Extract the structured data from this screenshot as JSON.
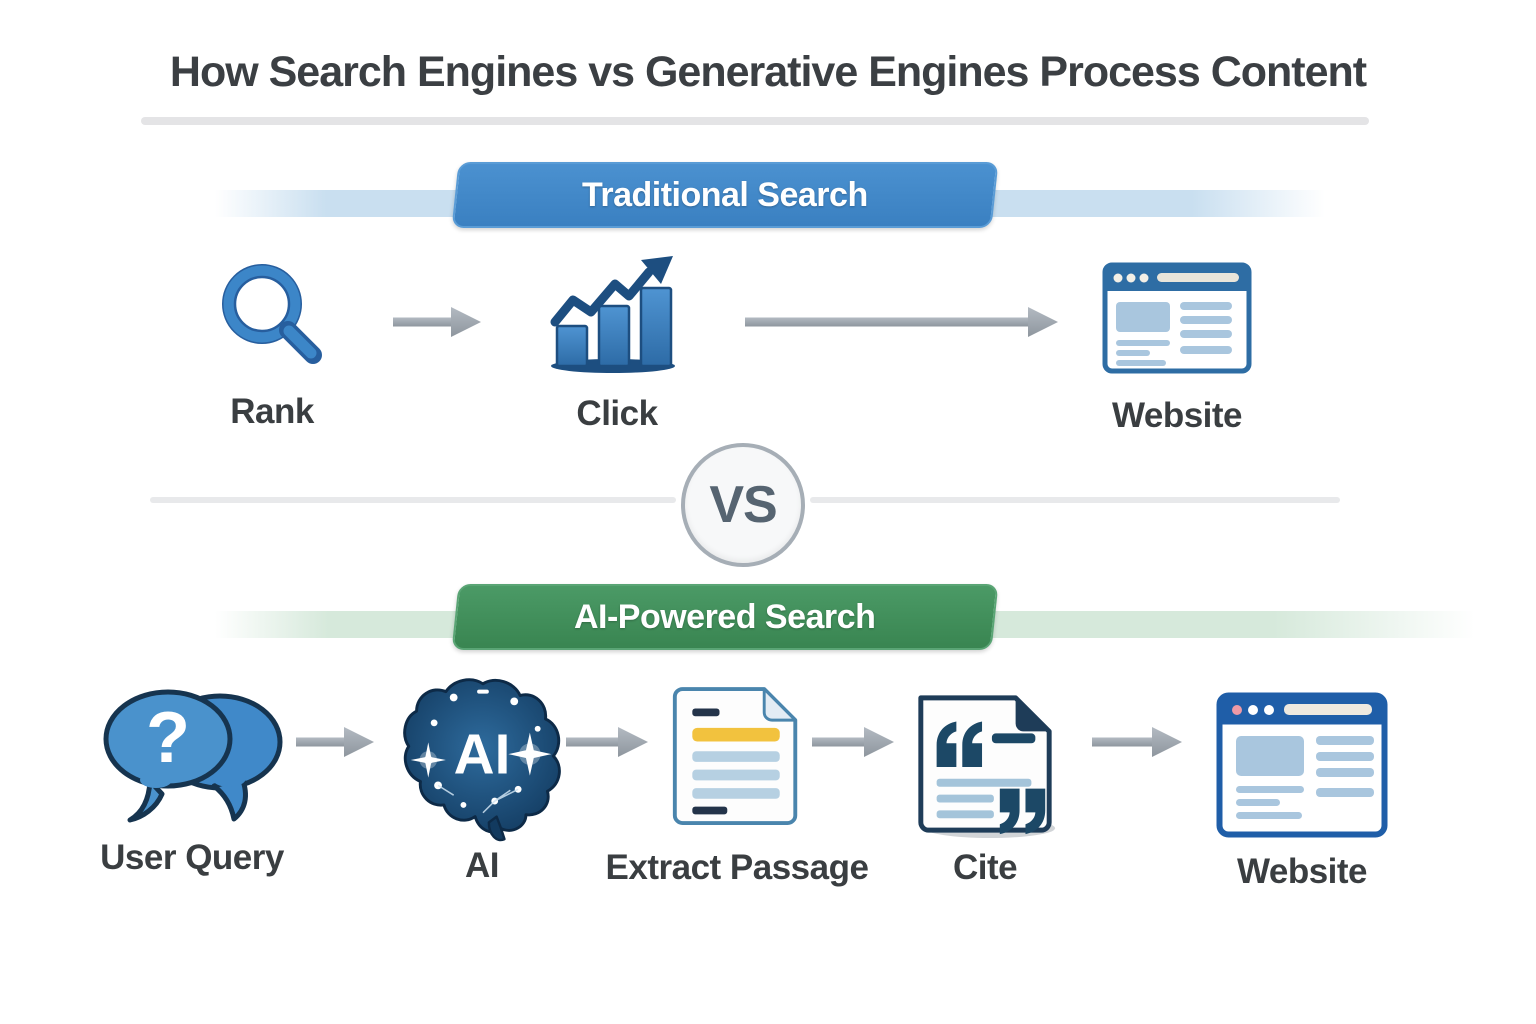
{
  "title": "How Search Engines vs Generative Engines Process Content",
  "vs_badge": "VS",
  "traditional": {
    "banner_label": "Traditional Search",
    "banner_color": "#3e86c7",
    "ribbon_color": "#c9dff0",
    "steps": [
      {
        "label": "Rank",
        "icon": "magnifier-icon"
      },
      {
        "label": "Click",
        "icon": "bar-chart-icon"
      },
      {
        "label": "Website",
        "icon": "browser-window-icon"
      }
    ]
  },
  "ai": {
    "banner_label": "AI-Powered Search",
    "banner_color": "#3f8d59",
    "ribbon_color": "#d6e9db",
    "brain_text": "AI",
    "steps": [
      {
        "label": "User Query",
        "icon": "chat-bubbles-icon"
      },
      {
        "label": "AI",
        "icon": "ai-brain-icon"
      },
      {
        "label": "Extract Passage",
        "icon": "document-icon"
      },
      {
        "label": "Cite",
        "icon": "citation-icon"
      },
      {
        "label": "Website",
        "icon": "browser-window-icon"
      }
    ]
  },
  "colors": {
    "title_text": "#3b3f43",
    "label_text": "#3a3e41",
    "arrow": "#9aa2ab",
    "vs_text": "#566471",
    "vs_border": "#a6aeb6",
    "icon_blue": "#3c86c8",
    "icon_navy": "#1d4e80",
    "highlight_yellow": "#f2c23e"
  }
}
